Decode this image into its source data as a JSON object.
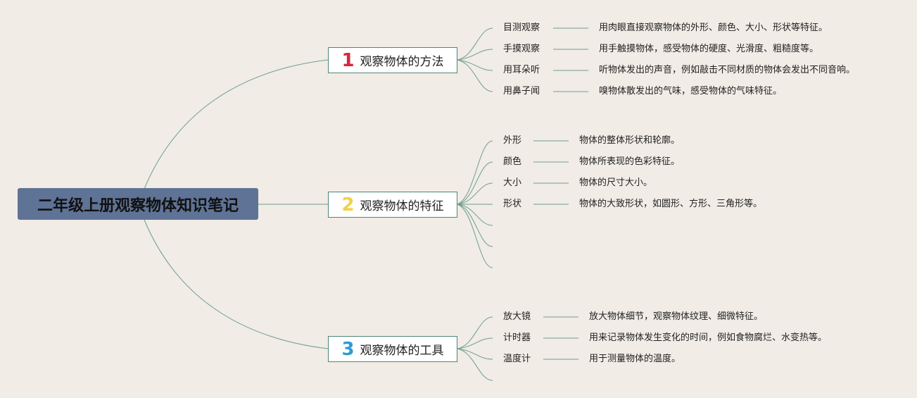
{
  "colors": {
    "background": "#f1ece6",
    "root": "#5e7395",
    "line": "#6e9e8c",
    "border": "#4e8577"
  },
  "root": {
    "title": "二年级上册观察物体知识笔记"
  },
  "branches": [
    {
      "number": "1",
      "number_color": "#d6283a",
      "label": "观察物体的方法",
      "items": [
        {
          "name": "目测观察",
          "desc": "用肉眼直接观察物体的外形、颜色、大小、形状等特征。"
        },
        {
          "name": "手摸观察",
          "desc": "用手触摸物体，感受物体的硬度、光滑度、粗糙度等。"
        },
        {
          "name": "用耳朵听",
          "desc": "听物体发出的声音，例如敲击不同材质的物体会发出不同音响。"
        },
        {
          "name": "用鼻子闻",
          "desc": "嗅物体散发出的气味，感受物体的气味特征。"
        }
      ]
    },
    {
      "number": "2",
      "number_color": "#f2d04a",
      "label": "观察物体的特征",
      "items": [
        {
          "name": "外形",
          "desc": "物体的整体形状和轮廓。"
        },
        {
          "name": "颜色",
          "desc": "物体所表现的色彩特征。"
        },
        {
          "name": "大小",
          "desc": "物体的尺寸大小。"
        },
        {
          "name": "形状",
          "desc": "物体的大致形状，如圆形、方形、三角形等。"
        }
      ]
    },
    {
      "number": "3",
      "number_color": "#2f9bd6",
      "label": "观察物体的工具",
      "items": [
        {
          "name": "放大镜",
          "desc": "放大物体细节，观察物体纹理、细微特征。"
        },
        {
          "name": "计时器",
          "desc": "用来记录物体发生变化的时间，例如食物腐烂、水变热等。"
        },
        {
          "name": "温度计",
          "desc": "用于测量物体的温度。"
        }
      ]
    }
  ]
}
